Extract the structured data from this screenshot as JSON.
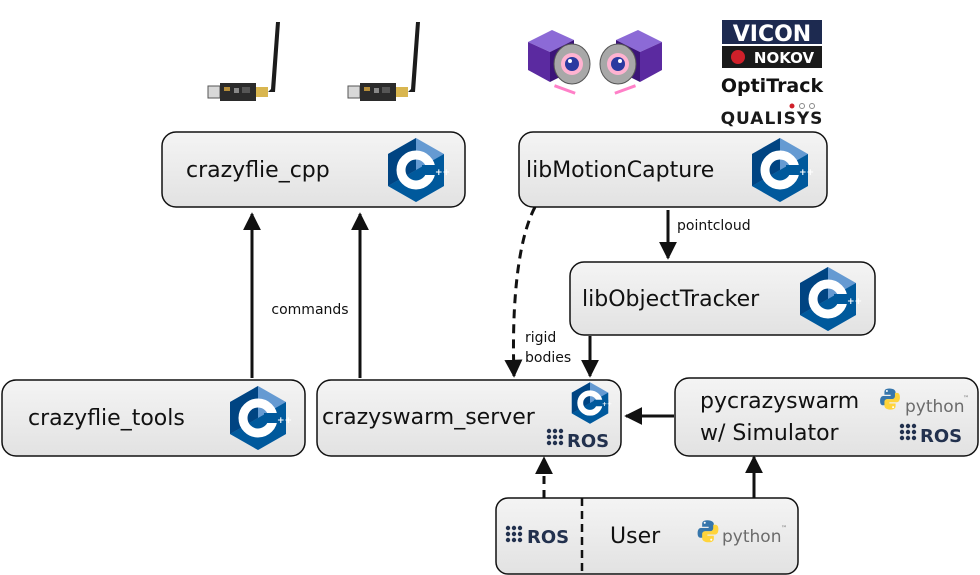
{
  "nodes": {
    "crazyflie_cpp": "crazyflie_cpp",
    "libmotioncapture": "libMotionCapture",
    "libobjecttracker": "libObjectTracker",
    "crazyflie_tools": "crazyflie_tools",
    "crazyswarm_server": "crazyswarm_server",
    "pycrazyswarm_line1": "pycrazyswarm",
    "pycrazyswarm_line2": "w/ Simulator",
    "user": "User"
  },
  "edges": {
    "commands": "commands",
    "pointcloud": "pointcloud",
    "rigid_line1": "rigid",
    "rigid_line2": "bodies"
  },
  "logos": {
    "cpp": "++",
    "ros": "ROS",
    "python": "python",
    "tm": "™",
    "mocap_brands": [
      "VICON",
      "NOKOV",
      "OptiTrack",
      "QUALISYS"
    ]
  },
  "icons": [
    "usb-radio-dongle-icon",
    "motion-capture-camera-icon",
    "cpp-logo-icon",
    "ros-logo-icon",
    "python-logo-icon"
  ],
  "colors": {
    "box_fill": "#e8e8e8",
    "box_stroke": "#111111",
    "cpp_dark": "#00599c",
    "cpp_light": "#659ad2",
    "ros": "#22314e",
    "python_blue": "#3776ab",
    "python_yellow": "#ffd43b",
    "camera_purple": "#5b2aa0"
  }
}
